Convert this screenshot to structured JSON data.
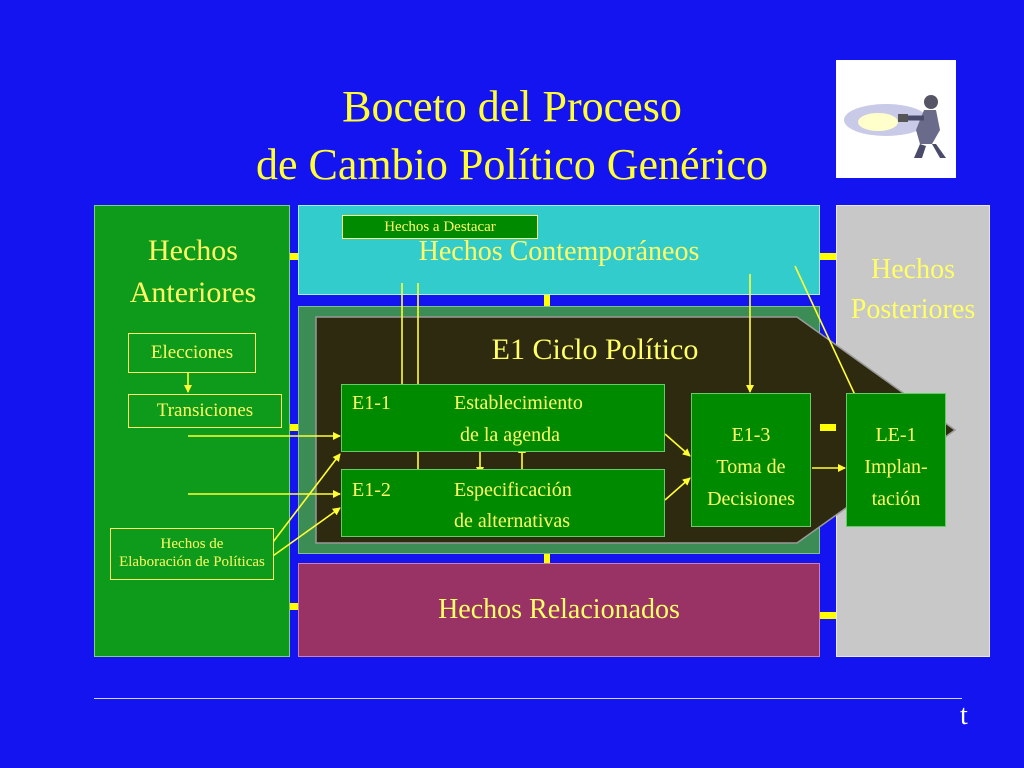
{
  "slide": {
    "title_line1": "Boceto del Proceso",
    "title_line2": "de Cambio Político Genérico",
    "footer_mark": "t"
  },
  "colors": {
    "background": "#1414f0",
    "text": "#ffff66",
    "anteriores": "#0e9a1a",
    "contemporaneos": "#33cccc",
    "ciclo_frame": "#3c8d55",
    "ciclo_inner": "#2e2a10",
    "posteriores": "#c8c8c8",
    "relacionados": "#993366",
    "stage_box": "#008a00"
  },
  "panels": {
    "anteriores": {
      "label_line1": "Hechos",
      "label_line2": "Anteriores"
    },
    "contemporaneos": {
      "label": "Hechos Contemporáneos",
      "tag": "Hechos a Destacar"
    },
    "posteriores": {
      "label_line1": "Hechos",
      "label_line2": "Posteriores"
    },
    "relacionados": {
      "label": "Hechos Relacionados"
    }
  },
  "anteriores_items": {
    "elecciones": "Elecciones",
    "transiciones": "Transiciones",
    "elaboracion_line1": "Hechos de",
    "elaboracion_line2": "Elaboración de Políticas"
  },
  "ciclo": {
    "title": "E1 Ciclo Político",
    "e1_1": {
      "code": "E1-1",
      "line1": "Establecimiento",
      "line2": "de la agenda"
    },
    "e1_2": {
      "code": "E1-2",
      "line1": "Especificación",
      "line2": "de alternativas"
    },
    "e1_3": {
      "line1": "E1-3",
      "line2": "Toma de",
      "line3": "Decisiones"
    },
    "le_1": {
      "line1": "LE-1",
      "line2": "Implan-",
      "line3": "tación"
    }
  },
  "icons": {
    "clipart": "person-with-flashlight-icon"
  }
}
